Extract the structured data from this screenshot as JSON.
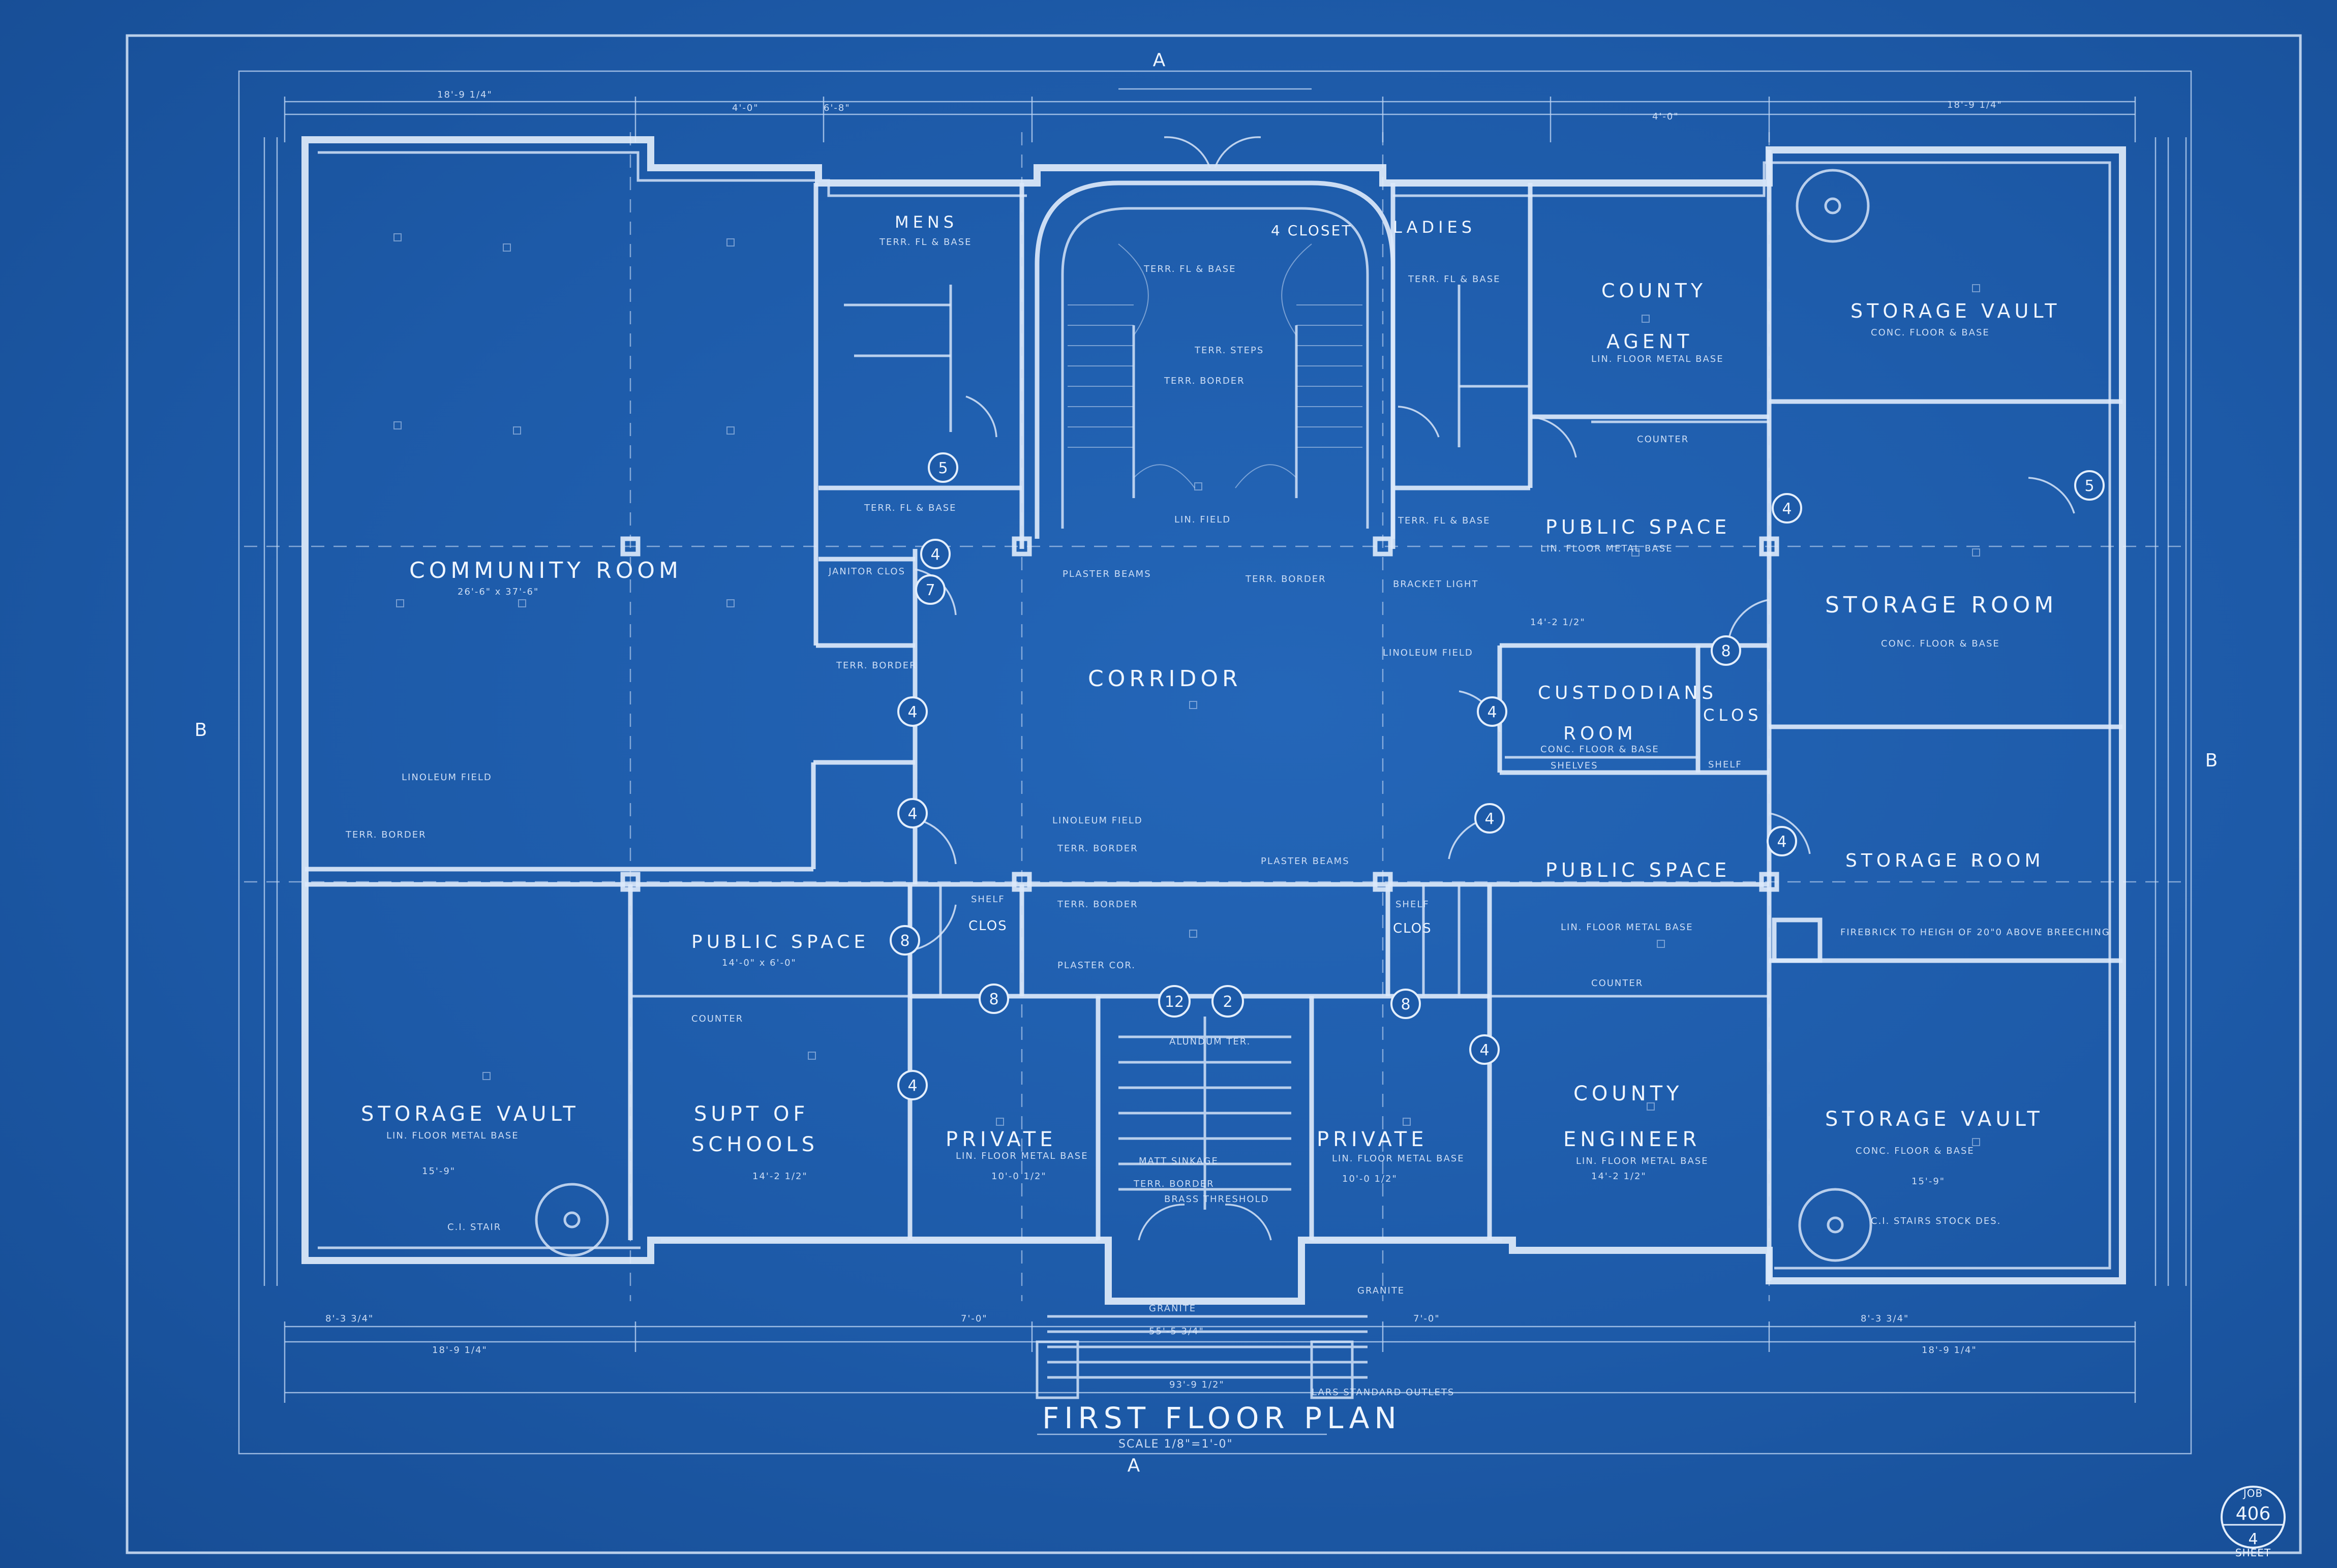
{
  "title_block": {
    "title": "FIRST FLOOR PLAN",
    "scale": "SCALE 1/8\"=1'-0\"",
    "section_a": "A",
    "section_b": "B",
    "job_label": "JOB",
    "job_number": "406",
    "sheet_number": "4",
    "sheet_label": "SHEET"
  },
  "rooms": {
    "community_room": "COMMUNITY ROOM",
    "community_room_size": "26'-6\" x 37'-6\"",
    "mens": "MENS",
    "ladies": "LADIES",
    "closet": "4 CLOSET",
    "county_agent_1": "COUNTY",
    "county_agent_2": "AGENT",
    "storage_vault_ne": "STORAGE VAULT",
    "public_space_ne": "PUBLIC SPACE",
    "storage_room_e": "STORAGE ROOM",
    "corridor": "CORRIDOR",
    "custodians_1": "CUSTDODIANS",
    "custodians_2": "ROOM",
    "clos_e": "CLOS",
    "janitor_clos": "JANITOR CLOS",
    "public_space_se": "PUBLIC SPACE",
    "storage_room_se": "STORAGE ROOM",
    "public_space_sw": "PUBLIC SPACE",
    "public_space_sw_size": "14'-0\" x 6'-0\"",
    "storage_vault_sw": "STORAGE VAULT",
    "supt_1": "SUPT OF",
    "supt_2": "SCHOOLS",
    "private_w": "PRIVATE",
    "private_e": "PRIVATE",
    "county_engineer_1": "COUNTY",
    "county_engineer_2": "ENGINEER",
    "storage_vault_se": "STORAGE VAULT",
    "clos_sw": "CLOS",
    "clos_se": "CLOS"
  },
  "notes": {
    "terr_fl_base": "TERR. FL & BASE",
    "lin_floor_metal_base": "LIN. FLOOR METAL BASE",
    "conc_floor_base": "CONC. FLOOR & BASE",
    "counter": "COUNTER",
    "linoleum_field": "LINOLEUM FIELD",
    "terr_border": "TERR. BORDER",
    "plaster_beams": "PLASTER BEAMS",
    "lin_field": "LIN. FIELD",
    "terr_steps": "TERR. STEPS",
    "granite": "GRANITE",
    "ci_stair": "C.I. STAIR",
    "ci_stairs_stock": "C.I. STAIRS STOCK DES.",
    "shelf": "SHELF",
    "shelves": "SHELVES",
    "firebrick": "FIREBRICK TO HEIGH OF 20\"0 ABOVE BREECHING",
    "brass_threshold": "BRASS THRESHOLD",
    "std_outlets": "LARS STANDARD OUTLETS",
    "mats_sinkage": "MATT SINKAGE",
    "aluminum_ter": "ALUNDUM TER.",
    "plaster_cor": "PLASTER COR.",
    "bracket_light": "BRACKET LIGHT"
  },
  "dimensions": {
    "overall": "93'-9 1/2\"",
    "wing_west": "18'-9 1/4\"",
    "wing_east": "18'-9 1/4\"",
    "porch": "55'-5 3/4\"",
    "d1": "8'-3 3/4\"",
    "d2": "7'-0\"",
    "d3": "4'-0\"",
    "d4": "6'-8\"",
    "d5": "15'-9\"",
    "d6": "14'-2 1/2\"",
    "d7": "10'-0 1/2\""
  },
  "door_tags": [
    "4",
    "4",
    "4",
    "4",
    "4",
    "4",
    "4",
    "4",
    "4",
    "5",
    "5",
    "7",
    "8",
    "8",
    "8",
    "8",
    "12",
    "2"
  ],
  "colors": {
    "paper": "#1d5aa8",
    "lines": "#dbe8fa"
  }
}
